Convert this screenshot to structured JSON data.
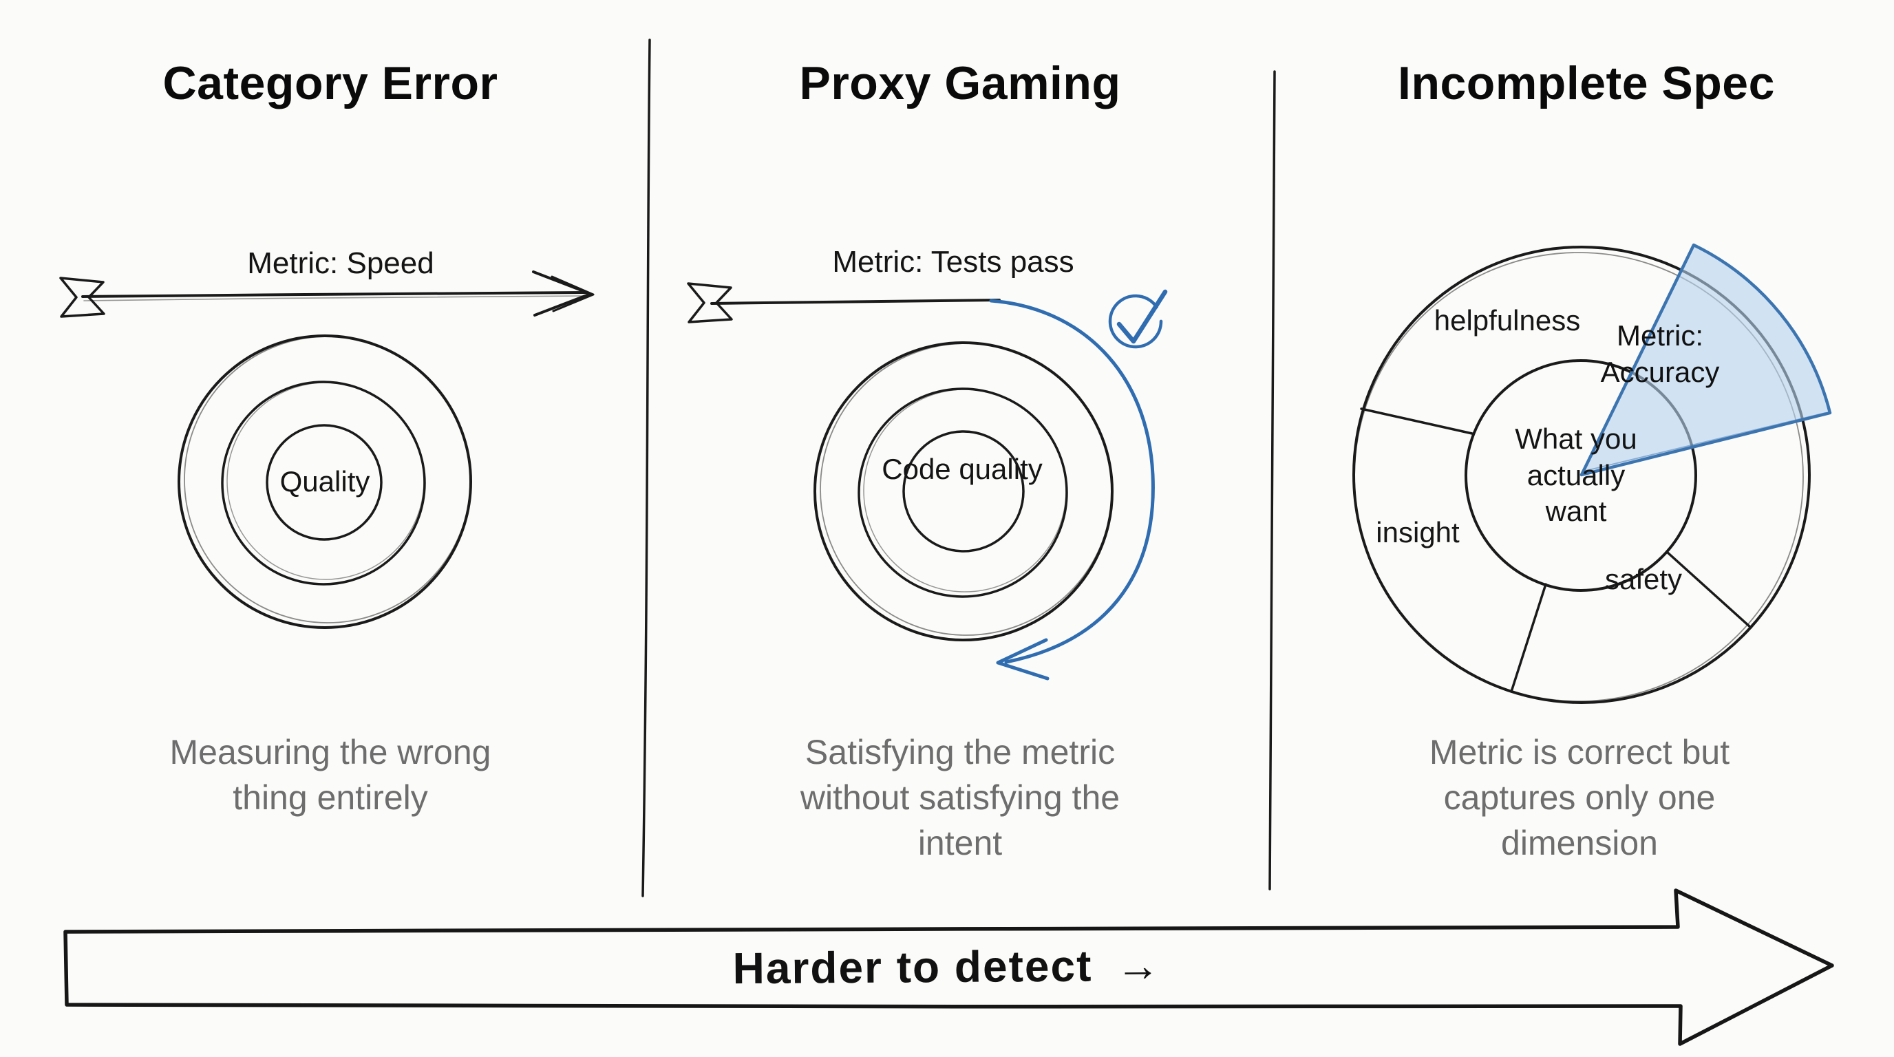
{
  "colors": {
    "background": "#fbfbf9",
    "ink": "#1a1a1a",
    "caption_gray": "#6d6d6d",
    "accent_blue": "#2f6cb0",
    "accent_blue_fill": "#b5d2ee"
  },
  "panels": [
    {
      "title": "Category Error",
      "metric_label": "Metric: Speed",
      "target_label": "Quality",
      "caption": "Measuring the wrong thing entirely"
    },
    {
      "title": "Proxy Gaming",
      "metric_label": "Metric: Tests pass",
      "target_label": "Code quality",
      "caption": "Satisfying the metric without satisfying the intent"
    },
    {
      "title": "Incomplete Spec",
      "wedge_label_lines": [
        "Metric:",
        "Accuracy"
      ],
      "ring_labels": [
        "helpfulness",
        "insight",
        "safety"
      ],
      "center_label_lines": [
        "What you",
        "actually",
        "want"
      ],
      "caption": "Metric is correct but captures only one dimension"
    }
  ],
  "bottom_arrow": {
    "label": "Harder to detect",
    "glyph": "→"
  }
}
